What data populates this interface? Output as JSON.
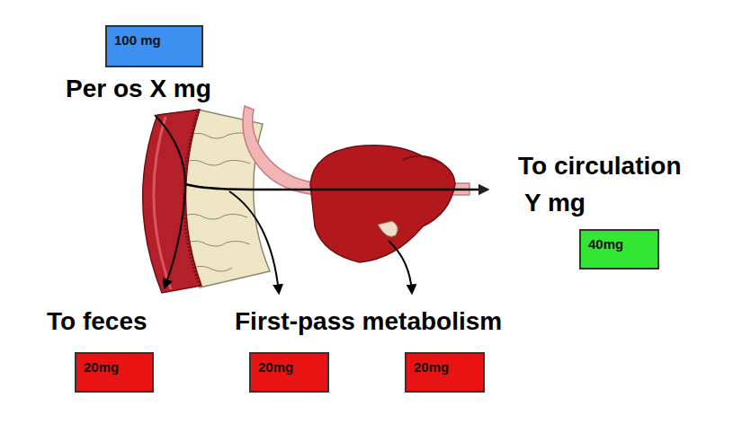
{
  "diagram": {
    "nodes": [
      {
        "text": [
          "100 mg"
        ]
      },
      {
        "text": [
          "40mg"
        ]
      },
      {
        "text": [
          "20mg"
        ]
      },
      {
        "text": [
          "20mg"
        ]
      },
      {
        "text": [
          "20mg"
        ]
      }
    ],
    "labels": [
      "Per os X mg",
      "To circulation",
      "Y mg",
      "To feces",
      "First-pass metabolism"
    ]
  }
}
